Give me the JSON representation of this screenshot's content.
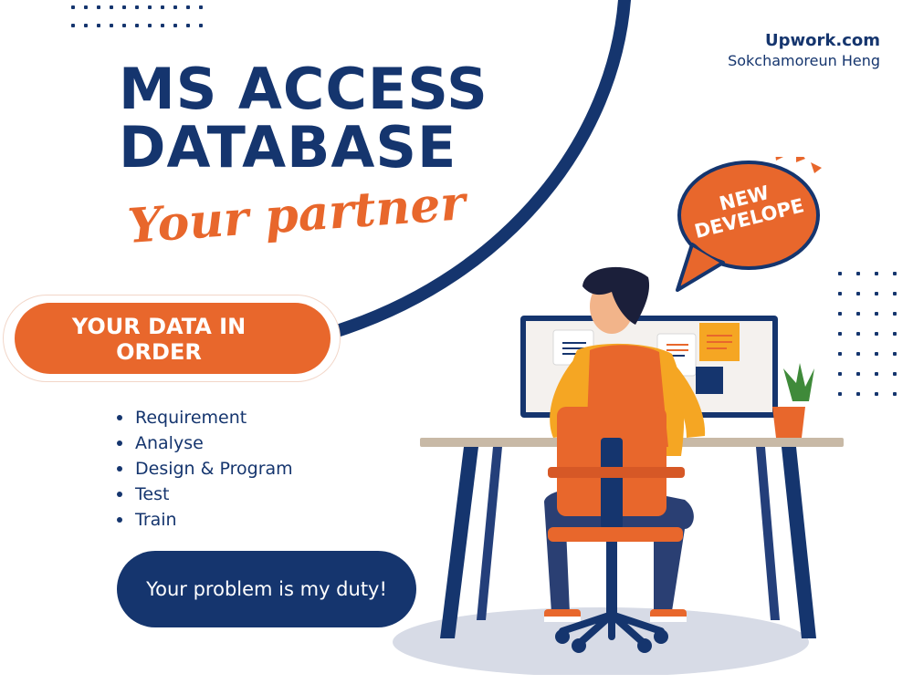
{
  "brand": {
    "site": "Upwork.com",
    "author": "Sokchamoreun Heng"
  },
  "headline": {
    "line1": "MS ACCESS",
    "line2": "DATABASE"
  },
  "tagline": "Your partner",
  "cta": {
    "line1": "YOUR DATA IN",
    "line2": "ORDER"
  },
  "steps": [
    "Requirement",
    "Analyse",
    "Design & Program",
    "Test",
    "Train"
  ],
  "duty": "Your problem is my duty!",
  "bubble": {
    "line1": "NEW",
    "line2": "DEVELOPE"
  },
  "colors": {
    "navy": "#15356e",
    "orange": "#e8672c",
    "yellow": "#f5a623",
    "floor": "#d7dbe6"
  },
  "icons": [
    "developer-illustration",
    "desk",
    "monitor",
    "office-chair",
    "plant-pot",
    "speech-bubble"
  ]
}
